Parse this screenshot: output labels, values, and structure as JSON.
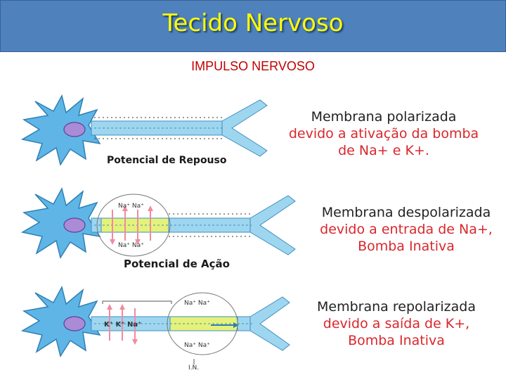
{
  "header": {
    "title": "Tecido Nervoso"
  },
  "subtitle": "IMPULSO NERVOSO",
  "colors": {
    "title_bar": "#4f81bd",
    "title_text": "#ffff00",
    "subtitle": "#c00000",
    "neuron_body": "#5fb6e6",
    "nucleus": "#a98bd6",
    "axon": "#9fd6ef",
    "depolarized": "#e5f27a",
    "highlight_text": "#d9272d"
  },
  "panels": [
    {
      "caption": "Potencial de Repouso",
      "line1": "Membrana polarizada",
      "line2": "devido a ativação da bomba",
      "line3": "de Na+ e K+."
    },
    {
      "caption": "Potencial de Ação",
      "line1": "Membrana despolarizada",
      "line2": "devido a entrada de Na+,",
      "line3": "Bomba Inativa",
      "ions_top": "Na⁺ Na⁺",
      "ions_bottom": "Na⁺ Na⁺"
    },
    {
      "line1": "Membrana repolarizada",
      "line2": "devido a saída de K+,",
      "line3": "Bomba Inativa",
      "ions_top": "Na⁺ Na⁺",
      "ions_bottom": "Na⁺ Na⁺",
      "ions_left": "K⁺ K⁺ Na⁺",
      "label_in": "I.N."
    }
  ]
}
